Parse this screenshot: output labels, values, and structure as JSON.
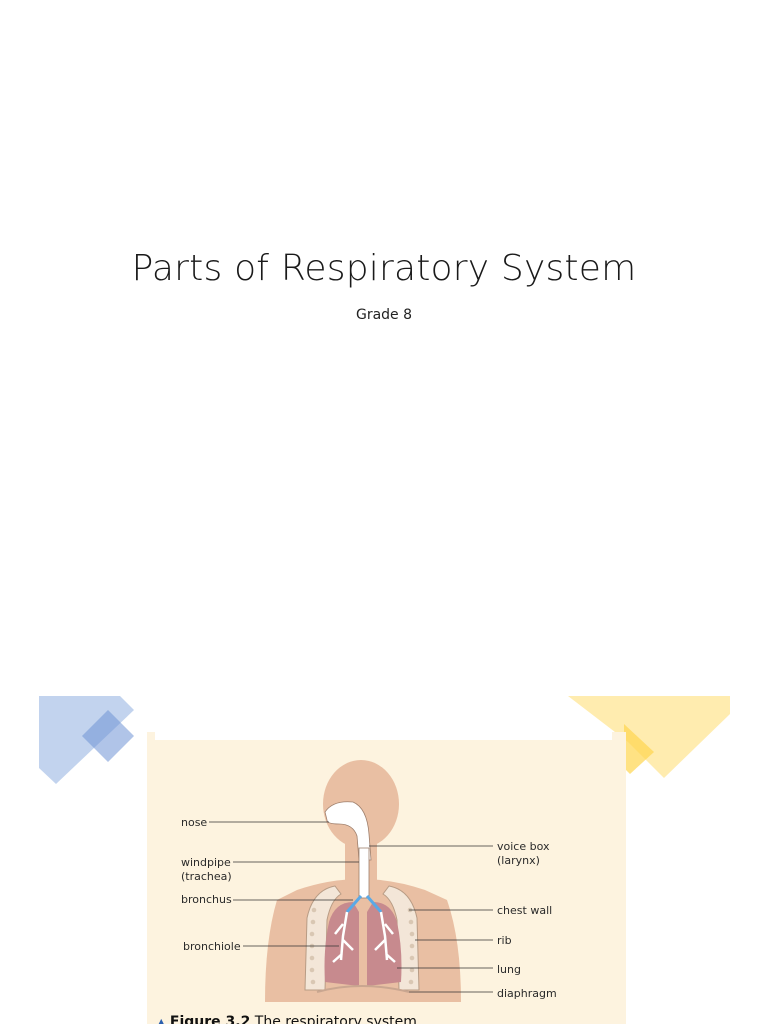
{
  "slide": {
    "title": "Parts of Respiratory System",
    "subtitle": "Grade 8"
  },
  "figure": {
    "labels": {
      "nose": "nose",
      "windpipe": "windpipe",
      "trachea": "(trachea)",
      "bronchus": "bronchus",
      "bronchiole": "bronchiole",
      "voice_box": "voice box",
      "larynx": "(larynx)",
      "chest_wall": "chest wall",
      "rib": "rib",
      "lung": "lung",
      "diaphragm": "diaphragm"
    },
    "caption_marker": "▲",
    "caption_bold": "Figure 3.2",
    "caption_text": " The respiratory system"
  },
  "colors": {
    "panel_bg": "#fdf3df",
    "body_skin": "#e9bfa3",
    "lung": "#c78a8e",
    "deco_blue": "#8faee0",
    "deco_yellow": "#ffe07a"
  }
}
